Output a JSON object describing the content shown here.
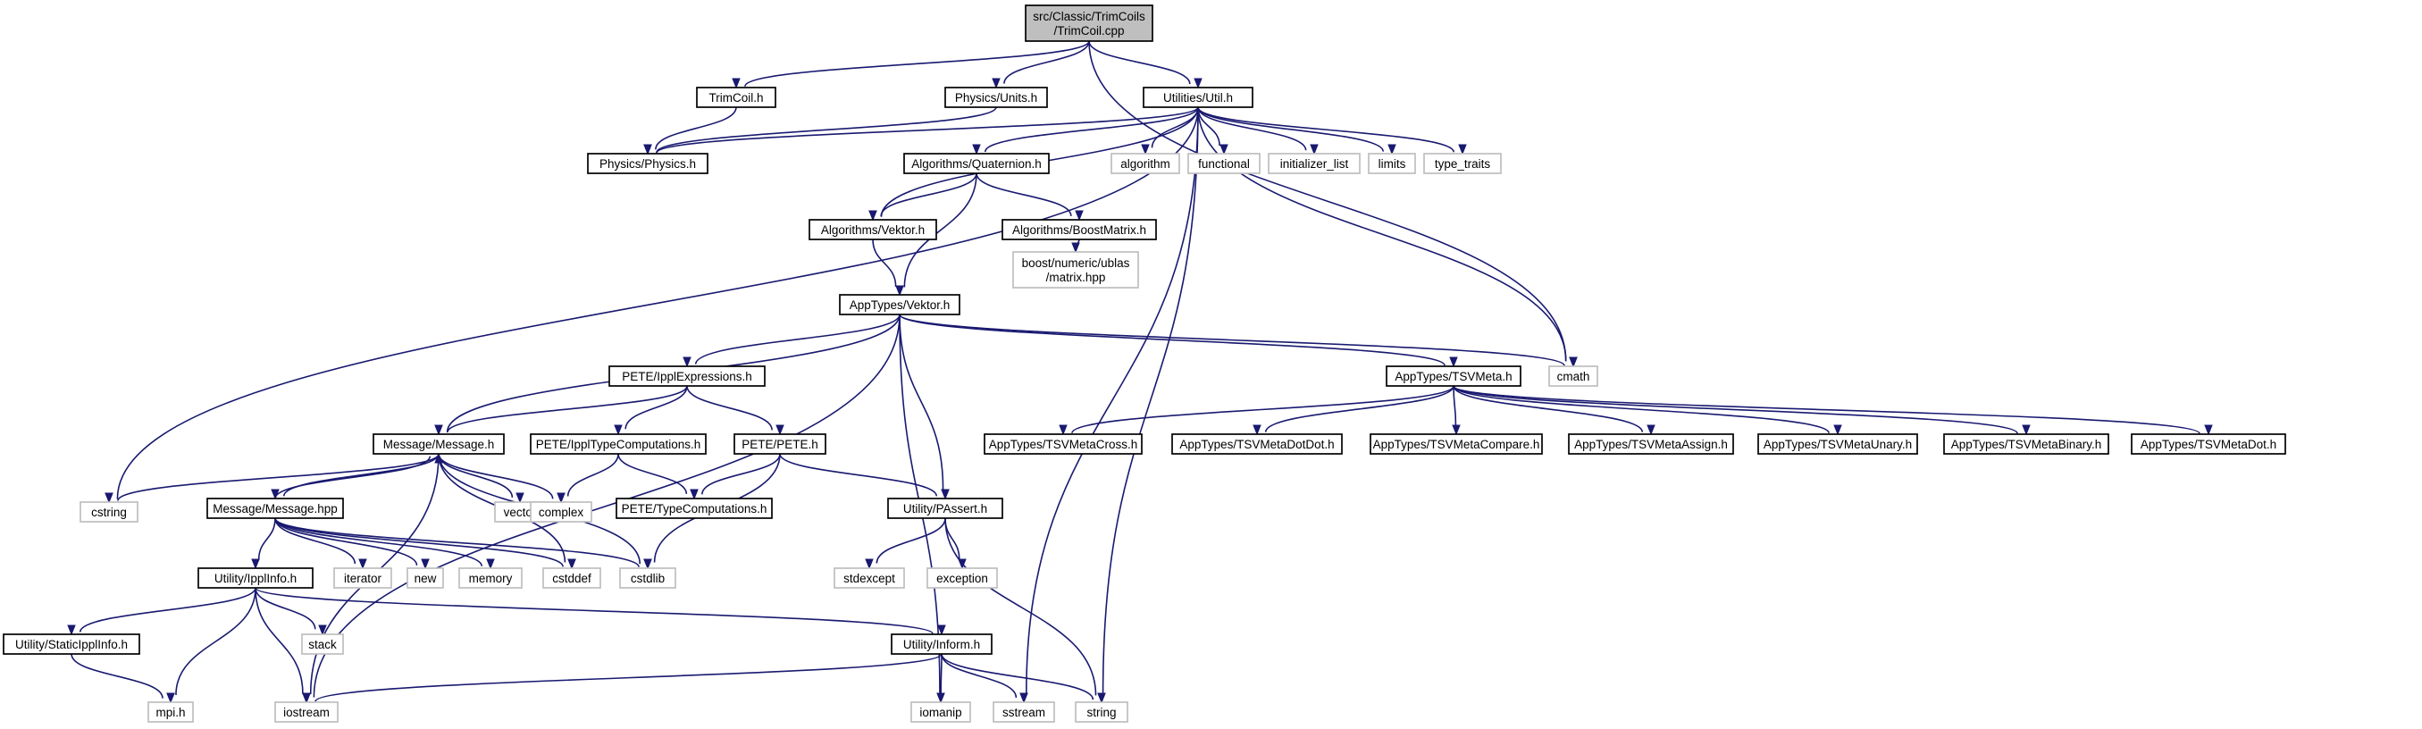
{
  "colors": {
    "edge": "#191970",
    "root_fill": "#bfbfbf",
    "internal_border": "#000000",
    "external_border": "#bfbfbf"
  },
  "nodes": [
    {
      "id": "root",
      "lines": [
        "src/Classic/TrimCoils",
        "/TrimCoil.cpp"
      ],
      "kind": "root"
    },
    {
      "id": "trimcoil_h",
      "lines": [
        "TrimCoil.h"
      ],
      "kind": "internal"
    },
    {
      "id": "physics_units",
      "lines": [
        "Physics/Units.h"
      ],
      "kind": "internal"
    },
    {
      "id": "util_h",
      "lines": [
        "Utilities/Util.h"
      ],
      "kind": "internal"
    },
    {
      "id": "physics_physics",
      "lines": [
        "Physics/Physics.h"
      ],
      "kind": "internal"
    },
    {
      "id": "quaternion",
      "lines": [
        "Algorithms/Quaternion.h"
      ],
      "kind": "internal"
    },
    {
      "id": "algorithm",
      "lines": [
        "algorithm"
      ],
      "kind": "external"
    },
    {
      "id": "functional",
      "lines": [
        "functional"
      ],
      "kind": "external"
    },
    {
      "id": "initializer_list",
      "lines": [
        "initializer_list"
      ],
      "kind": "external"
    },
    {
      "id": "limits",
      "lines": [
        "limits"
      ],
      "kind": "external"
    },
    {
      "id": "type_traits",
      "lines": [
        "type_traits"
      ],
      "kind": "external"
    },
    {
      "id": "algo_vektor",
      "lines": [
        "Algorithms/Vektor.h"
      ],
      "kind": "internal"
    },
    {
      "id": "boostmatrix",
      "lines": [
        "Algorithms/BoostMatrix.h"
      ],
      "kind": "internal"
    },
    {
      "id": "boost_ublas",
      "lines": [
        "boost/numeric/ublas",
        "/matrix.hpp"
      ],
      "kind": "external"
    },
    {
      "id": "apptypes_vektor",
      "lines": [
        "AppTypes/Vektor.h"
      ],
      "kind": "internal"
    },
    {
      "id": "cmath",
      "lines": [
        "cmath"
      ],
      "kind": "external"
    },
    {
      "id": "tsvmeta",
      "lines": [
        "AppTypes/TSVMeta.h"
      ],
      "kind": "internal"
    },
    {
      "id": "ippl_expr",
      "lines": [
        "PETE/IpplExpressions.h"
      ],
      "kind": "internal"
    },
    {
      "id": "tsv_cross",
      "lines": [
        "AppTypes/TSVMetaCross.h"
      ],
      "kind": "internal"
    },
    {
      "id": "tsv_dotdot",
      "lines": [
        "AppTypes/TSVMetaDotDot.h"
      ],
      "kind": "internal"
    },
    {
      "id": "tsv_compare",
      "lines": [
        "AppTypes/TSVMetaCompare.h"
      ],
      "kind": "internal"
    },
    {
      "id": "tsv_assign",
      "lines": [
        "AppTypes/TSVMetaAssign.h"
      ],
      "kind": "internal"
    },
    {
      "id": "tsv_unary",
      "lines": [
        "AppTypes/TSVMetaUnary.h"
      ],
      "kind": "internal"
    },
    {
      "id": "tsv_binary",
      "lines": [
        "AppTypes/TSVMetaBinary.h"
      ],
      "kind": "internal"
    },
    {
      "id": "tsv_dot",
      "lines": [
        "AppTypes/TSVMetaDot.h"
      ],
      "kind": "internal"
    },
    {
      "id": "message_h",
      "lines": [
        "Message/Message.h"
      ],
      "kind": "internal"
    },
    {
      "id": "ippl_typecomp",
      "lines": [
        "PETE/IpplTypeComputations.h"
      ],
      "kind": "internal"
    },
    {
      "id": "pete_h",
      "lines": [
        "PETE/PETE.h"
      ],
      "kind": "internal"
    },
    {
      "id": "cstring",
      "lines": [
        "cstring"
      ],
      "kind": "external"
    },
    {
      "id": "vector",
      "lines": [
        "vector"
      ],
      "kind": "external"
    },
    {
      "id": "complex",
      "lines": [
        "complex"
      ],
      "kind": "external"
    },
    {
      "id": "message_hpp",
      "lines": [
        "Message/Message.hpp"
      ],
      "kind": "internal"
    },
    {
      "id": "typecomp",
      "lines": [
        "PETE/TypeComputations.h"
      ],
      "kind": "internal"
    },
    {
      "id": "passert",
      "lines": [
        "Utility/PAssert.h"
      ],
      "kind": "internal"
    },
    {
      "id": "utility_ipplinfo",
      "lines": [
        "Utility/IpplInfo.h"
      ],
      "kind": "internal"
    },
    {
      "id": "iterator",
      "lines": [
        "iterator"
      ],
      "kind": "external"
    },
    {
      "id": "new",
      "lines": [
        "new"
      ],
      "kind": "external"
    },
    {
      "id": "memory",
      "lines": [
        "memory"
      ],
      "kind": "external"
    },
    {
      "id": "cstddef",
      "lines": [
        "cstddef"
      ],
      "kind": "external"
    },
    {
      "id": "cstdlib",
      "lines": [
        "cstdlib"
      ],
      "kind": "external"
    },
    {
      "id": "stdexcept",
      "lines": [
        "stdexcept"
      ],
      "kind": "external"
    },
    {
      "id": "exception",
      "lines": [
        "exception"
      ],
      "kind": "external"
    },
    {
      "id": "static_ipplinfo",
      "lines": [
        "Utility/StaticIpplInfo.h"
      ],
      "kind": "internal"
    },
    {
      "id": "stack",
      "lines": [
        "stack"
      ],
      "kind": "external"
    },
    {
      "id": "inform",
      "lines": [
        "Utility/Inform.h"
      ],
      "kind": "internal"
    },
    {
      "id": "mpi",
      "lines": [
        "mpi.h"
      ],
      "kind": "external"
    },
    {
      "id": "iostream",
      "lines": [
        "iostream"
      ],
      "kind": "external"
    },
    {
      "id": "iomanip",
      "lines": [
        "iomanip"
      ],
      "kind": "external"
    },
    {
      "id": "sstream",
      "lines": [
        "sstream"
      ],
      "kind": "external"
    },
    {
      "id": "string",
      "lines": [
        "string"
      ],
      "kind": "external"
    }
  ],
  "edges": [
    [
      "root",
      "trimcoil_h"
    ],
    [
      "root",
      "physics_units"
    ],
    [
      "root",
      "util_h"
    ],
    [
      "root",
      "cmath"
    ],
    [
      "trimcoil_h",
      "physics_physics"
    ],
    [
      "physics_units",
      "physics_physics"
    ],
    [
      "util_h",
      "physics_physics"
    ],
    [
      "util_h",
      "quaternion"
    ],
    [
      "util_h",
      "algorithm"
    ],
    [
      "util_h",
      "functional"
    ],
    [
      "util_h",
      "initializer_list"
    ],
    [
      "util_h",
      "limits"
    ],
    [
      "util_h",
      "type_traits"
    ],
    [
      "util_h",
      "algo_vektor"
    ],
    [
      "util_h",
      "cstring"
    ],
    [
      "util_h",
      "cmath"
    ],
    [
      "util_h",
      "sstream"
    ],
    [
      "util_h",
      "string"
    ],
    [
      "quaternion",
      "algo_vektor"
    ],
    [
      "quaternion",
      "boostmatrix"
    ],
    [
      "quaternion",
      "apptypes_vektor"
    ],
    [
      "boostmatrix",
      "boost_ublas"
    ],
    [
      "algo_vektor",
      "apptypes_vektor"
    ],
    [
      "apptypes_vektor",
      "ippl_expr"
    ],
    [
      "apptypes_vektor",
      "tsvmeta"
    ],
    [
      "apptypes_vektor",
      "cmath"
    ],
    [
      "apptypes_vektor",
      "message_h"
    ],
    [
      "apptypes_vektor",
      "passert"
    ],
    [
      "apptypes_vektor",
      "iostream"
    ],
    [
      "apptypes_vektor",
      "iomanip"
    ],
    [
      "tsvmeta",
      "tsv_cross"
    ],
    [
      "tsvmeta",
      "tsv_dotdot"
    ],
    [
      "tsvmeta",
      "tsv_compare"
    ],
    [
      "tsvmeta",
      "tsv_assign"
    ],
    [
      "tsvmeta",
      "tsv_unary"
    ],
    [
      "tsvmeta",
      "tsv_binary"
    ],
    [
      "tsvmeta",
      "tsv_dot"
    ],
    [
      "ippl_expr",
      "message_h"
    ],
    [
      "ippl_expr",
      "ippl_typecomp"
    ],
    [
      "ippl_expr",
      "pete_h"
    ],
    [
      "ippl_typecomp",
      "complex"
    ],
    [
      "ippl_typecomp",
      "typecomp"
    ],
    [
      "pete_h",
      "typecomp"
    ],
    [
      "pete_h",
      "passert"
    ],
    [
      "pete_h",
      "cstdlib"
    ],
    [
      "message_h",
      "cstring"
    ],
    [
      "message_h",
      "vector"
    ],
    [
      "message_h",
      "complex"
    ],
    [
      "message_h",
      "message_hpp"
    ],
    [
      "message_h",
      "cstddef"
    ],
    [
      "message_h",
      "cstdlib"
    ],
    [
      "message_h",
      "iostream"
    ],
    [
      "message_hpp",
      "message_h"
    ],
    [
      "message_hpp",
      "utility_ipplinfo"
    ],
    [
      "message_hpp",
      "iterator"
    ],
    [
      "message_hpp",
      "new"
    ],
    [
      "message_hpp",
      "memory"
    ],
    [
      "message_hpp",
      "cstddef"
    ],
    [
      "message_hpp",
      "cstdlib"
    ],
    [
      "passert",
      "stdexcept"
    ],
    [
      "passert",
      "exception"
    ],
    [
      "passert",
      "string"
    ],
    [
      "utility_ipplinfo",
      "static_ipplinfo"
    ],
    [
      "utility_ipplinfo",
      "stack"
    ],
    [
      "utility_ipplinfo",
      "inform"
    ],
    [
      "utility_ipplinfo",
      "mpi"
    ],
    [
      "utility_ipplinfo",
      "iostream"
    ],
    [
      "static_ipplinfo",
      "mpi"
    ],
    [
      "inform",
      "iostream"
    ],
    [
      "inform",
      "iomanip"
    ],
    [
      "inform",
      "sstream"
    ],
    [
      "inform",
      "string"
    ]
  ]
}
